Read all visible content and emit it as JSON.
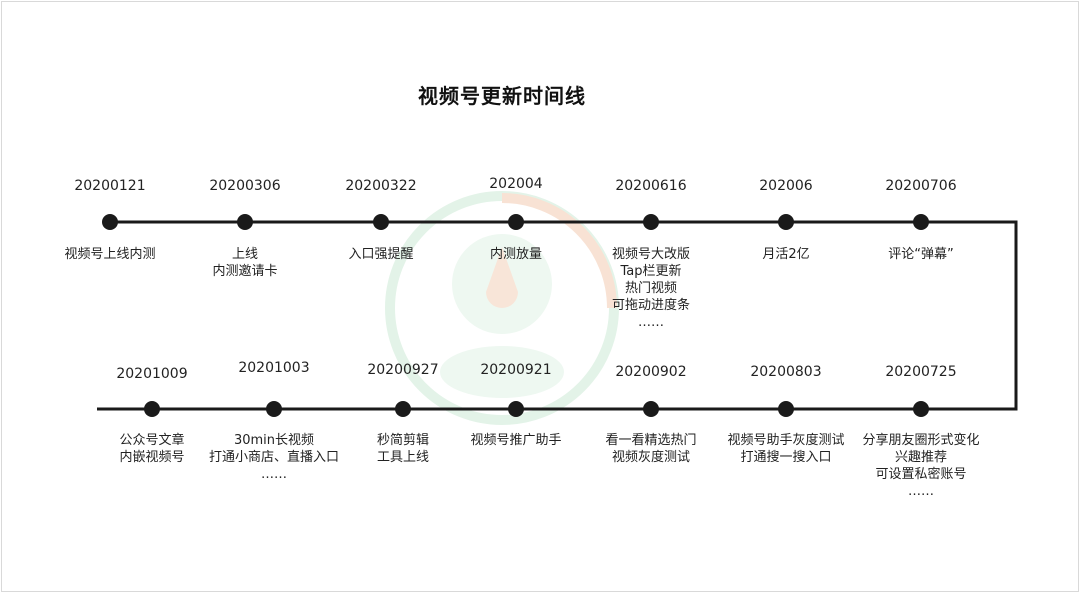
{
  "title": "视频号更新时间线",
  "colors": {
    "line": "#1a1a1a",
    "dot": "#1a1a1a",
    "watermark_green": "#c9ead3",
    "watermark_orange": "#f6d7c4"
  },
  "row1": [
    {
      "date": "20200121",
      "lines": [
        "视频号上线内测"
      ]
    },
    {
      "date": "20200306",
      "lines": [
        "上线",
        "内测邀请卡"
      ]
    },
    {
      "date": "20200322",
      "lines": [
        "入口强提醒"
      ]
    },
    {
      "date": "202004",
      "lines": [
        "内测放量"
      ]
    },
    {
      "date": "20200616",
      "lines": [
        "视频号大改版",
        "Tap栏更新",
        "热门视频",
        "可拖动进度条",
        "……"
      ]
    },
    {
      "date": "202006",
      "lines": [
        "月活2亿"
      ]
    },
    {
      "date": "20200706",
      "lines": [
        "评论“弹幕”"
      ]
    }
  ],
  "row2": [
    {
      "date": "20201009",
      "lines": [
        "公众号文章",
        "内嵌视频号"
      ]
    },
    {
      "date": "20201003",
      "lines": [
        "30min长视频",
        "打通小商店、直播入口",
        "……"
      ]
    },
    {
      "date": "20200927",
      "lines": [
        "秒简剪辑",
        "工具上线"
      ]
    },
    {
      "date": "20200921",
      "lines": [
        "视频号推广助手"
      ]
    },
    {
      "date": "20200902",
      "lines": [
        "看一看精选热门",
        "视频灰度测试"
      ]
    },
    {
      "date": "20200803",
      "lines": [
        "视频号助手灰度测试",
        "打通搜一搜入口"
      ]
    },
    {
      "date": "20200725",
      "lines": [
        "分享朋友圈形式变化",
        "兴趣推荐",
        "可设置私密账号",
        "……"
      ]
    }
  ]
}
